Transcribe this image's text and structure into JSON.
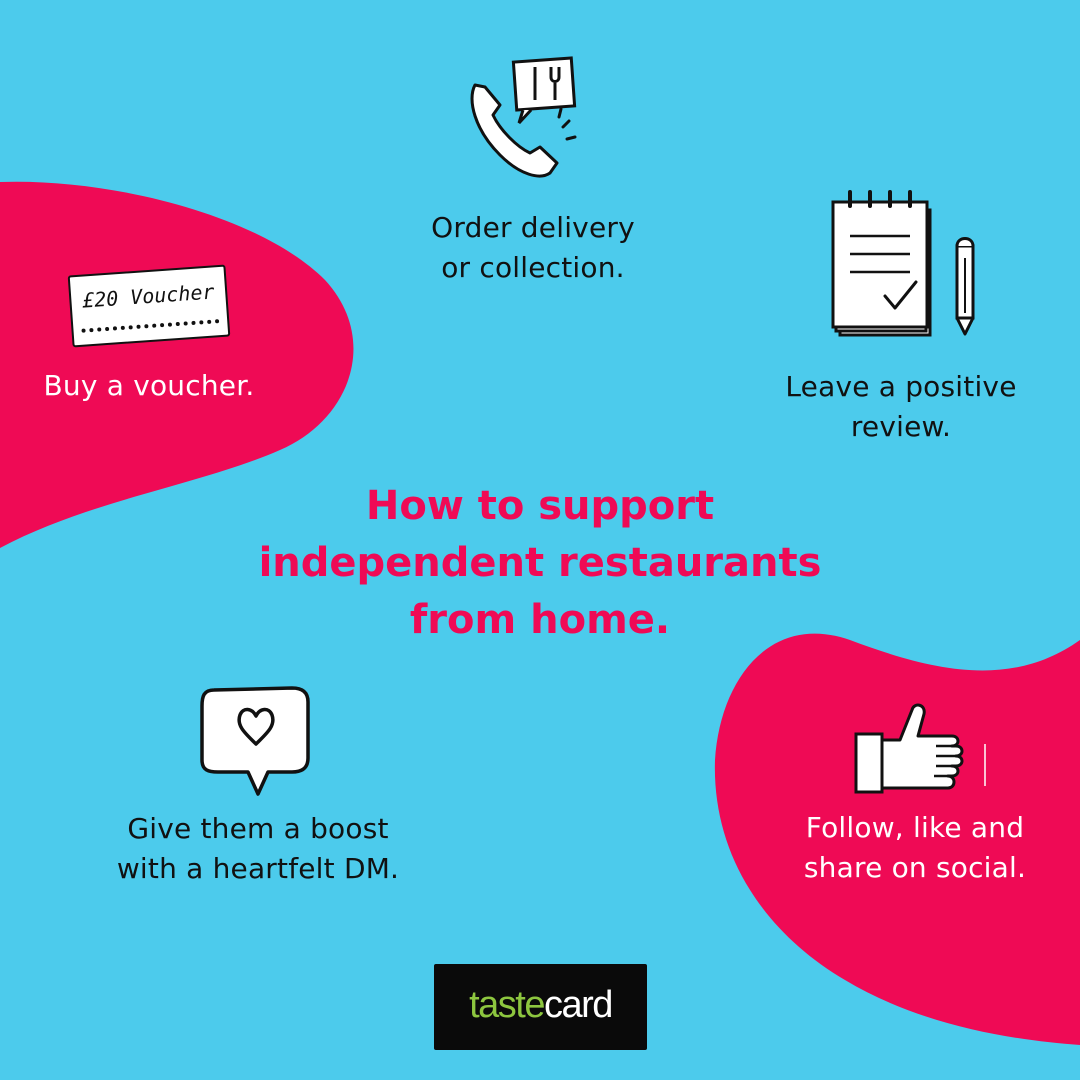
{
  "colors": {
    "background": "#4ccbec",
    "accent_pink": "#ef0a55",
    "text_dark": "#111111",
    "text_light": "#ffffff",
    "logo_green": "#8dc63f"
  },
  "headline": {
    "line1": "How to support",
    "line2": "independent restaurants",
    "line3": "from home."
  },
  "tips": {
    "order": {
      "line1": "Order delivery",
      "line2": "or collection.",
      "icon": "phone-cutlery-icon"
    },
    "voucher": {
      "line1": "Buy a voucher.",
      "icon": "voucher-icon",
      "card_text": "£20 Voucher"
    },
    "review": {
      "line1": "Leave a positive",
      "line2": "review.",
      "icon": "notepad-pencil-icon"
    },
    "dm": {
      "line1": "Give them a boost",
      "line2": "with a heartfelt DM.",
      "icon": "heart-speech-bubble-icon"
    },
    "social": {
      "line1": "Follow, like and",
      "line2": "share on social.",
      "icon": "thumbs-up-icon"
    }
  },
  "logo": {
    "part1": "taste",
    "part2": "card"
  }
}
